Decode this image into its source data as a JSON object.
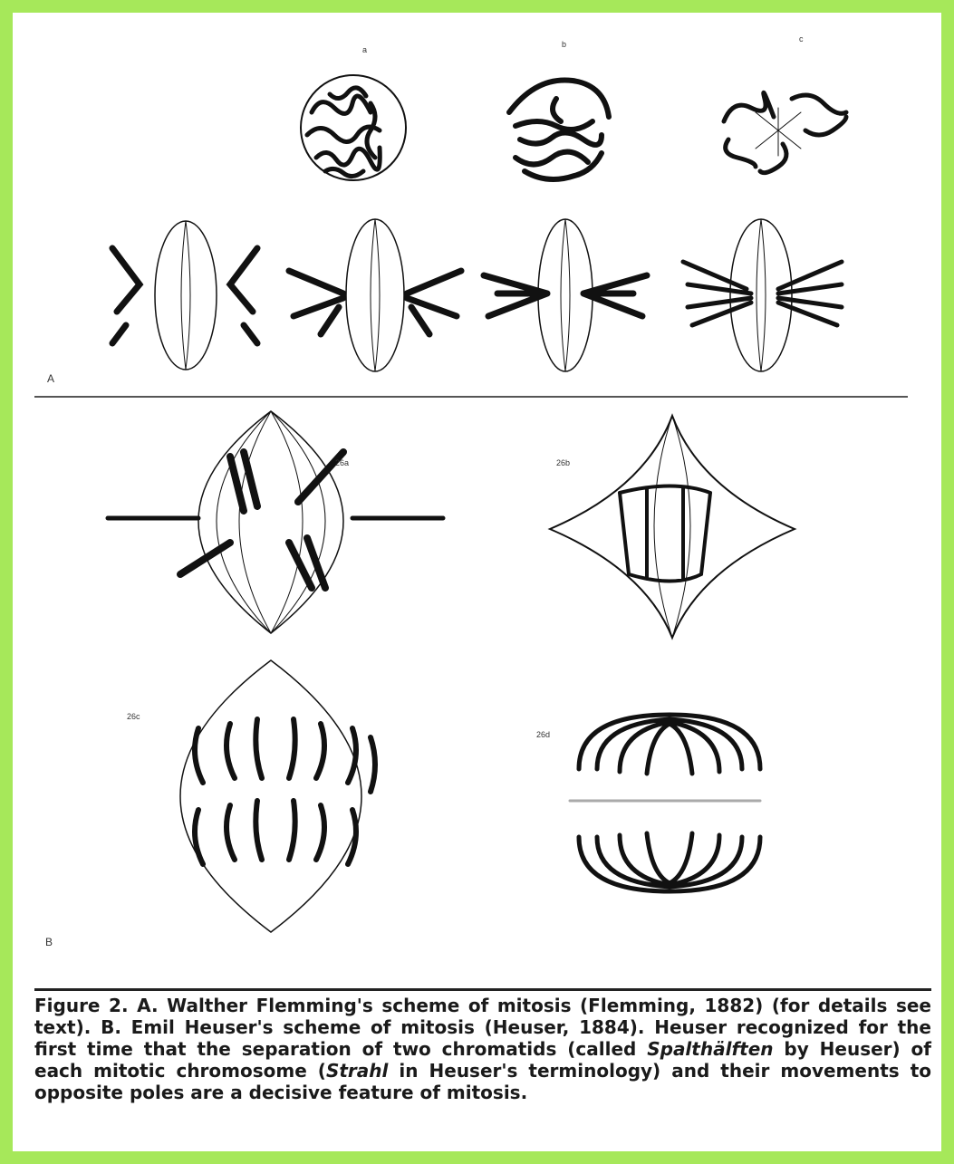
{
  "figure": {
    "panel_a_label": "A",
    "panel_b_label": "B",
    "panel_b_diagram_labels": [
      "26a",
      "26b",
      "26c",
      "26d"
    ]
  },
  "caption": {
    "p1": "Figure 2. A. Walther Flemming's scheme of mitosis (Flemming, 1882) (for details see text). B. Emil Heuser's scheme of mitosis (Heuser, 1884). Heuser recognized for the first time that the separation of two chromatids (called ",
    "em1": "Spalthälften",
    "p2": " by Heuser) of each mitotic chromosome (",
    "em2": "Strahl",
    "p3": " in Heuser's terminology) and their movements to opposite poles are a decisive feature of mitosis."
  }
}
